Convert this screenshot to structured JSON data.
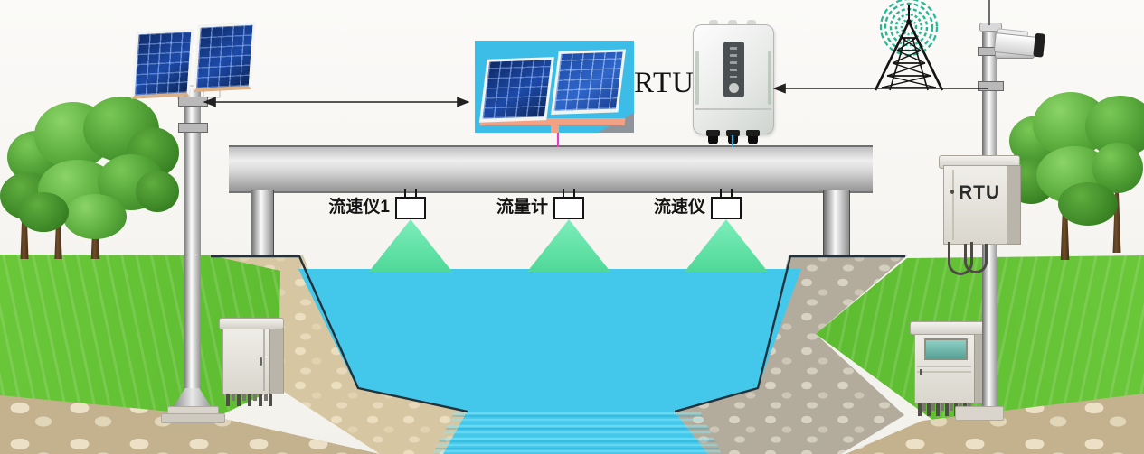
{
  "labels": {
    "rtu_main": "RTU",
    "rtu_cabinet": "RTU"
  },
  "sensors": [
    {
      "label": "流速仪1"
    },
    {
      "label": "流量计"
    },
    {
      "label": "流速仪"
    }
  ],
  "colors": {
    "water": "#43c7ea",
    "cone": "#4fd898",
    "solar_image_bg": "#3bbde8",
    "radio_waves": "#29b793",
    "line_solar_power": "#e23cc8",
    "line_rtu_bridge": "#2aaede",
    "line_black": "#222222",
    "grass_light": "#6cc93a",
    "grass_dark": "#3f9e1f",
    "stone_tan": "#d6c6a2",
    "stone_gray": "#b3ac9c",
    "bridge": "#d6d6d6"
  }
}
